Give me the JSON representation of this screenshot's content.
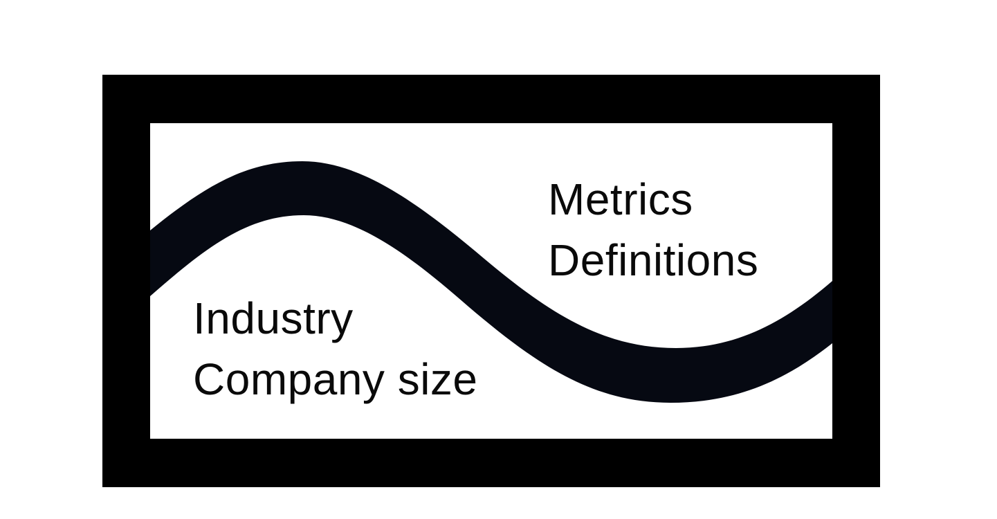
{
  "colors": {
    "frame": "#000000",
    "wave": "#060912",
    "background": "#ffffff",
    "text": "#0a0a0a"
  },
  "upper_group": {
    "line1": "Metrics",
    "line2": "Definitions"
  },
  "lower_group": {
    "line1": "Industry",
    "line2": "Company size"
  }
}
